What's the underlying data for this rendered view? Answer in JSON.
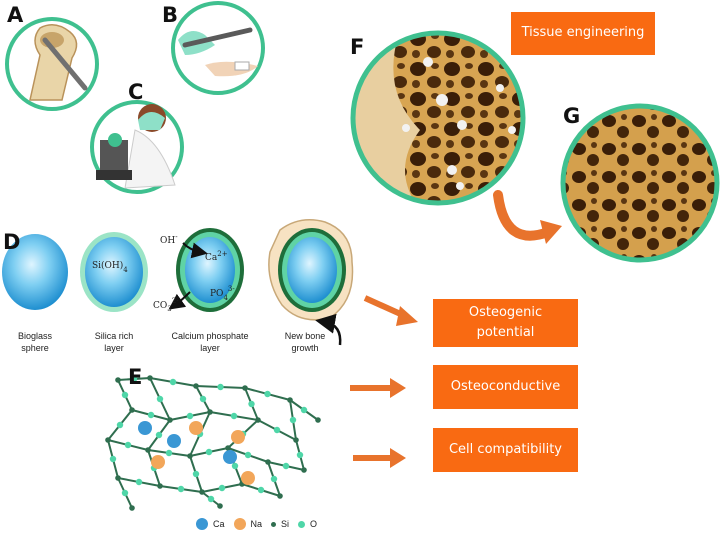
{
  "panels": {
    "a": "A",
    "b": "B",
    "c": "C",
    "d": "D",
    "e": "E",
    "f": "F",
    "g": "G"
  },
  "boxes": {
    "tissue": "Tissue engineering",
    "osteogenic_line1": "Osteogenic",
    "osteogenic_line2": "potential",
    "osteoconductive": "Osteoconductive",
    "cell": "Cell compatibility"
  },
  "stages": [
    {
      "line1": "Bioglass",
      "line2": "sphere"
    },
    {
      "line1": "Silica rich",
      "line2": "layer"
    },
    {
      "line1": "Calcium phosphate",
      "line2": "layer"
    },
    {
      "line1": "New bone",
      "line2": "growth"
    }
  ],
  "chem": {
    "sioh": "Si(OH)",
    "sioh_sub": "4",
    "oh": "OH",
    "oh_sup": "-",
    "ca": "Ca",
    "ca_sup": "2+",
    "po": "PO",
    "po_sub": "4",
    "po_sup": "3-",
    "co": "CO",
    "co_sub": "3",
    "co_sup": "2-"
  },
  "legend": [
    {
      "label": "Ca",
      "color": "#3a97d4"
    },
    {
      "label": "Na",
      "color": "#f2a65a"
    },
    {
      "label": "Si",
      "color": "#2f6e4f"
    },
    {
      "label": "O",
      "color": "#4fd6a8"
    }
  ],
  "colors": {
    "accent": "#f96a12",
    "ring": "#3fc08f",
    "sphere": "#4fb8ea",
    "bone": "#c89447"
  }
}
